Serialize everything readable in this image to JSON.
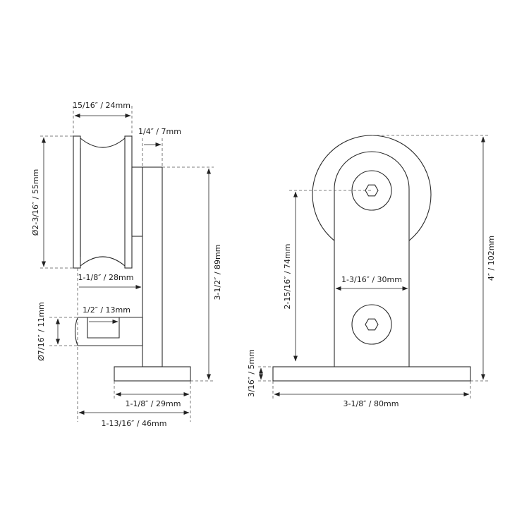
{
  "labels": {
    "wheel_width": "15/16″ / 24mm",
    "plate_thickness": "1/4″ / 7mm",
    "wheel_diameter": "Ø2-3/16″ / 55mm",
    "side_height": "3-1/2″ / 89mm",
    "axle_length": "1-1/8″ / 28mm",
    "groove_width": "1/2″ / 13mm",
    "groove_diameter": "Ø7/16″ / 11mm",
    "base_depth": "1-1/8″ / 29mm",
    "overall_depth": "1-13/16″ / 46mm",
    "bolt_spacing": "2-15/16″ / 74mm",
    "plate_width": "1-3/16″ / 30mm",
    "base_thickness": "3/16″ / 5mm",
    "base_width": "3-1/8″ / 80mm",
    "overall_height": "4″ / 102mm"
  },
  "colors": {
    "line": "#2b2b2b",
    "dimension": "#222222"
  },
  "icons": {
    "bolt_head": "hex-socket-icon"
  }
}
